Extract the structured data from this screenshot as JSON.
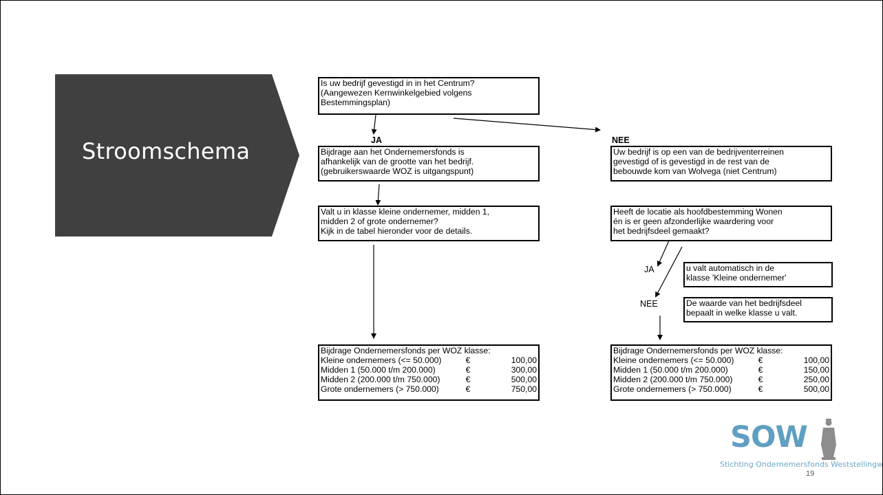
{
  "slide": {
    "title": "Stroomschema",
    "page_number": "19"
  },
  "flow": {
    "q1": [
      "Is uw bedrijf gevestigd in in het Centrum?",
      "(Aangewezen Kernwinkelgebied volgens",
      "Bestemmingsplan)"
    ],
    "ja_label": "JA",
    "nee_label": "NEE",
    "left_box1": [
      "Bijdrage aan het Ondernemersfonds is",
      "afhankelijk van de grootte van het bedrijf.",
      "(gebruikerswaarde WOZ is uitgangspunt)"
    ],
    "left_box2": [
      "Valt u in klasse kleine ondernemer, midden 1,",
      "midden 2 of grote ondernemer?",
      "Kijk in de tabel hieronder voor de details."
    ],
    "right_box1": [
      "Uw bedrijf is op een van de bedrijventerreinen",
      "gevestigd of is gevestigd in de rest van de",
      "bebouwde kom van Wolvega (niet Centrum)"
    ],
    "right_box2": [
      "Heeft de locatie als hoofdbestemming Wonen",
      "én is er geen afzonderlijke waardering voor",
      "het bedrijfsdeel gemaakt?"
    ],
    "sub_ja_label": "JA",
    "sub_nee_label": "NEE",
    "sub_ja_box": [
      "u valt automatisch in de",
      "klasse 'Kleine ondernemer'"
    ],
    "sub_nee_box": [
      "De waarde van het bedrijfsdeel",
      "bepaalt in welke klasse u valt."
    ]
  },
  "tables": {
    "left": {
      "header": "Bijdrage Ondernemersfonds per WOZ klasse:",
      "rows": [
        {
          "label": "Kleine ondernemers (<= 50.000)",
          "currency": "€",
          "amount": "100,00"
        },
        {
          "label": "Midden 1 (50.000 t/m 200.000)",
          "currency": "€",
          "amount": "300,00"
        },
        {
          "label": "Midden 2 (200.000 t/m 750.000)",
          "currency": "€",
          "amount": "500,00"
        },
        {
          "label": "Grote ondernemers (> 750.000)",
          "currency": "€",
          "amount": "750,00"
        }
      ]
    },
    "right": {
      "header": "Bijdrage Ondernemersfonds per WOZ klasse:",
      "rows": [
        {
          "label": "Kleine ondernemers (<= 50.000)",
          "currency": "€",
          "amount": "100,00"
        },
        {
          "label": "Midden 1 (50.000 t/m 200.000)",
          "currency": "€",
          "amount": "150,00"
        },
        {
          "label": "Midden 2 (200.000 t/m 750.000)",
          "currency": "€",
          "amount": "250,00"
        },
        {
          "label": "Grote ondernemers (> 750.000)",
          "currency": "€",
          "amount": "500,00"
        }
      ]
    }
  },
  "logo": {
    "wordmark": "SOW",
    "subtitle": "Stichting Ondernemersfonds Weststellingwerf"
  },
  "colors": {
    "title_shape": "#404040",
    "logo_blue": "#5f9fc1"
  }
}
